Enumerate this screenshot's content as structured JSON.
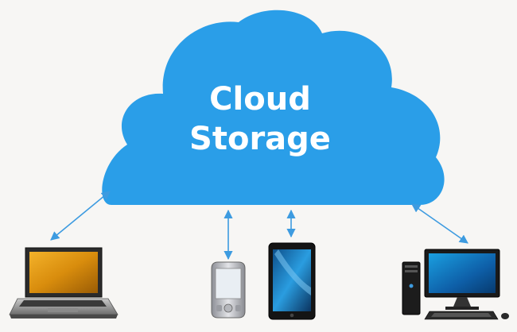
{
  "cloud": {
    "line1": "Cloud",
    "line2": "Storage",
    "color": "#2a9ee8"
  },
  "devices": [
    {
      "name": "laptop",
      "icon": "laptop-icon"
    },
    {
      "name": "pda",
      "icon": "pda-icon"
    },
    {
      "name": "tablet",
      "icon": "tablet-icon"
    },
    {
      "name": "desktop",
      "icon": "desktop-computer-icon"
    }
  ],
  "colors": {
    "background": "#f7f6f4",
    "arrow": "#3d9be0"
  }
}
